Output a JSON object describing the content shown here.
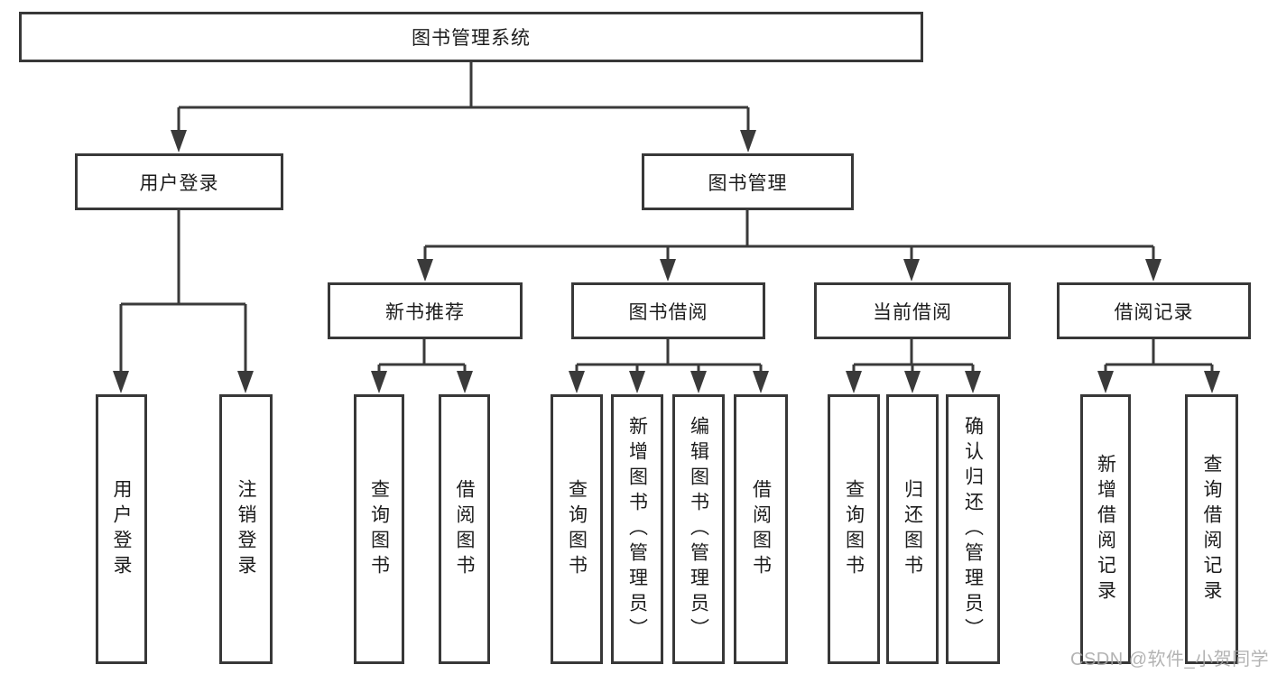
{
  "tree": {
    "root": {
      "label": "图书管理系统"
    },
    "level2": [
      {
        "label": "用户登录",
        "parent": "图书管理系统"
      },
      {
        "label": "图书管理",
        "parent": "图书管理系统"
      }
    ],
    "level3": [
      {
        "label": "新书推荐",
        "parent": "图书管理"
      },
      {
        "label": "图书借阅",
        "parent": "图书管理"
      },
      {
        "label": "当前借阅",
        "parent": "图书管理"
      },
      {
        "label": "借阅记录",
        "parent": "图书管理"
      }
    ],
    "leaves": [
      {
        "label": "用户登录",
        "parent": "用户登录"
      },
      {
        "label": "注销登录",
        "parent": "用户登录"
      },
      {
        "label": "查询图书",
        "parent": "新书推荐"
      },
      {
        "label": "借阅图书",
        "parent": "新书推荐"
      },
      {
        "label": "查询图书",
        "parent": "图书借阅"
      },
      {
        "label": "新增图书（管理员）",
        "parent": "图书借阅"
      },
      {
        "label": "编辑图书（管理员）",
        "parent": "图书借阅"
      },
      {
        "label": "借阅图书",
        "parent": "图书借阅"
      },
      {
        "label": "查询图书",
        "parent": "当前借阅"
      },
      {
        "label": "归还图书",
        "parent": "当前借阅"
      },
      {
        "label": "确认归还（管理员）",
        "parent": "当前借阅"
      },
      {
        "label": "新增借阅记录",
        "parent": "借阅记录"
      },
      {
        "label": "查询借阅记录",
        "parent": "借阅记录"
      }
    ]
  },
  "watermark": {
    "text": "CSDN @软件_小贺同学"
  },
  "colors": {
    "line": "#3a3a3a",
    "box_border": "#383838",
    "box_background": "#ffffff",
    "text": "#1c1c1c",
    "watermark": "#a6a6a6",
    "page_background": "#ffffff"
  }
}
